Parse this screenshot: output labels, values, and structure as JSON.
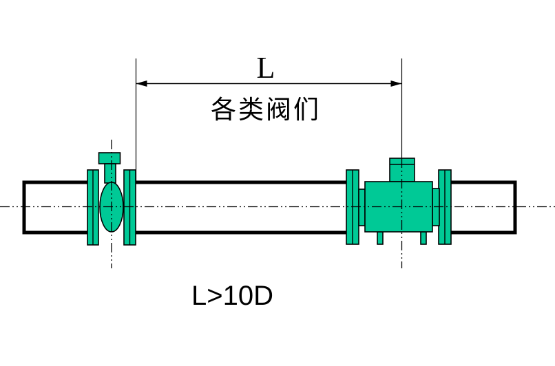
{
  "diagram": {
    "dimension_label": "L",
    "annotation": "各类阀们",
    "formula": "L>10D"
  },
  "colors": {
    "component_green": "#00C996",
    "line": "#000000",
    "pipe_fill": "#ffffff",
    "background": "#ffffff"
  }
}
